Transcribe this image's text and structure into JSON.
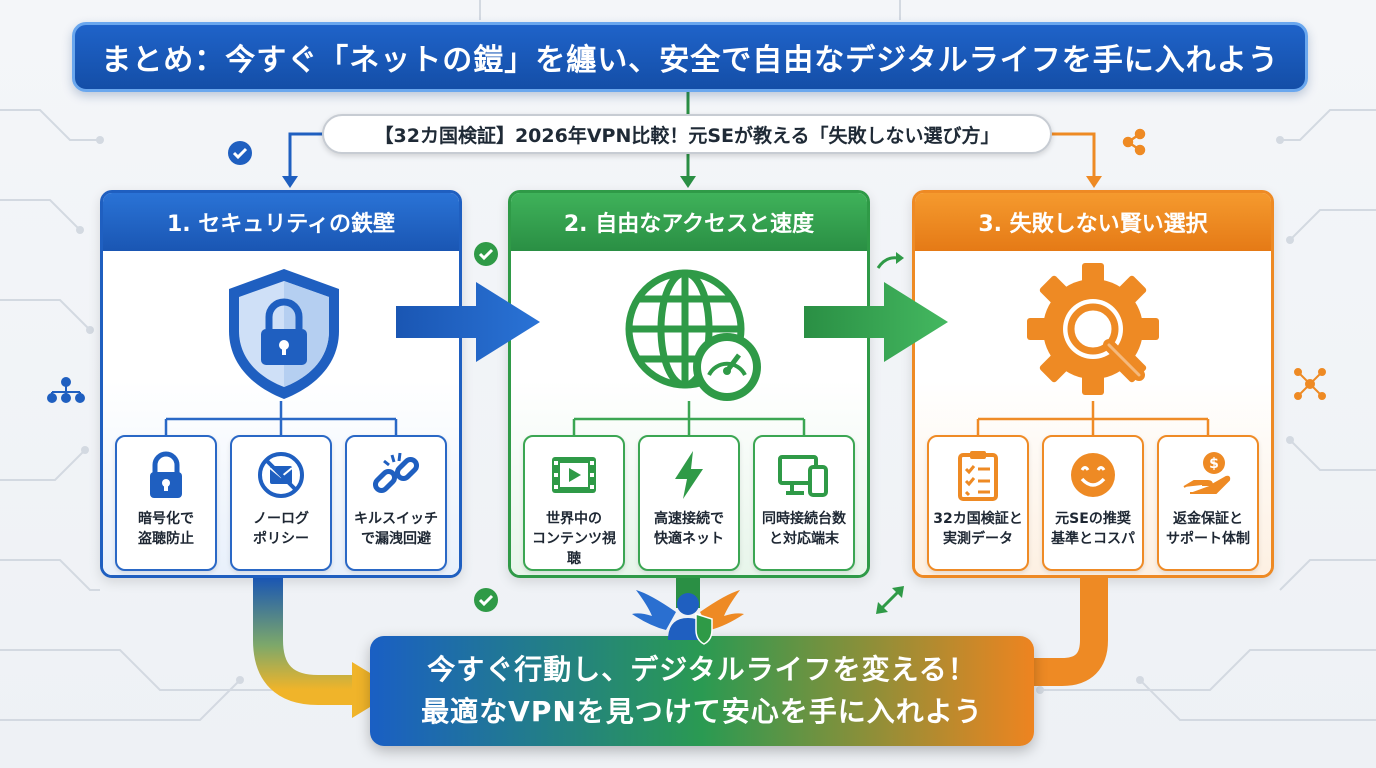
{
  "title": "まとめ：今すぐ「ネットの鎧」を纏い、安全で自由なデジタルライフを手に入れよう",
  "subtitle": "【32カ国検証】2026年VPN比較！元SEが教える「失敗しない選び方」",
  "cards": [
    {
      "heading": "1. セキュリティの鉄壁",
      "main_icon": "shield-lock-icon",
      "color": "#1f5fc0",
      "items": [
        {
          "icon": "padlock-icon",
          "label": "暗号化で\n盗聴防止"
        },
        {
          "icon": "no-log-icon",
          "label": "ノーログ\nポリシー"
        },
        {
          "icon": "broken-link-icon",
          "label": "キルスイッチ\nで漏洩回避"
        }
      ]
    },
    {
      "heading": "2. 自由なアクセスと速度",
      "main_icon": "globe-speedometer-icon",
      "color": "#2f9a47",
      "items": [
        {
          "icon": "video-film-icon",
          "label": "世界中の\nコンテンツ視聴"
        },
        {
          "icon": "lightning-icon",
          "label": "高速接続で\n快適ネット"
        },
        {
          "icon": "devices-icon",
          "label": "同時接続台数\nと対応端末"
        }
      ]
    },
    {
      "heading": "3. 失敗しない賢い選択",
      "main_icon": "gear-magnifier-icon",
      "color": "#ee8a24",
      "items": [
        {
          "icon": "checklist-icon",
          "label": "32カ国検証と\n実測データ"
        },
        {
          "icon": "smiley-icon",
          "label": "元SEの推奨\n基準とコスパ"
        },
        {
          "icon": "money-hand-icon",
          "label": "返金保証と\nサポート体制"
        }
      ]
    }
  ],
  "cta": {
    "line1": "今すぐ行動し、デジタルライフを変える！",
    "line2": "最適なVPNを見つけて安心を手に入れよう",
    "icon": "winged-shield-user-icon"
  }
}
